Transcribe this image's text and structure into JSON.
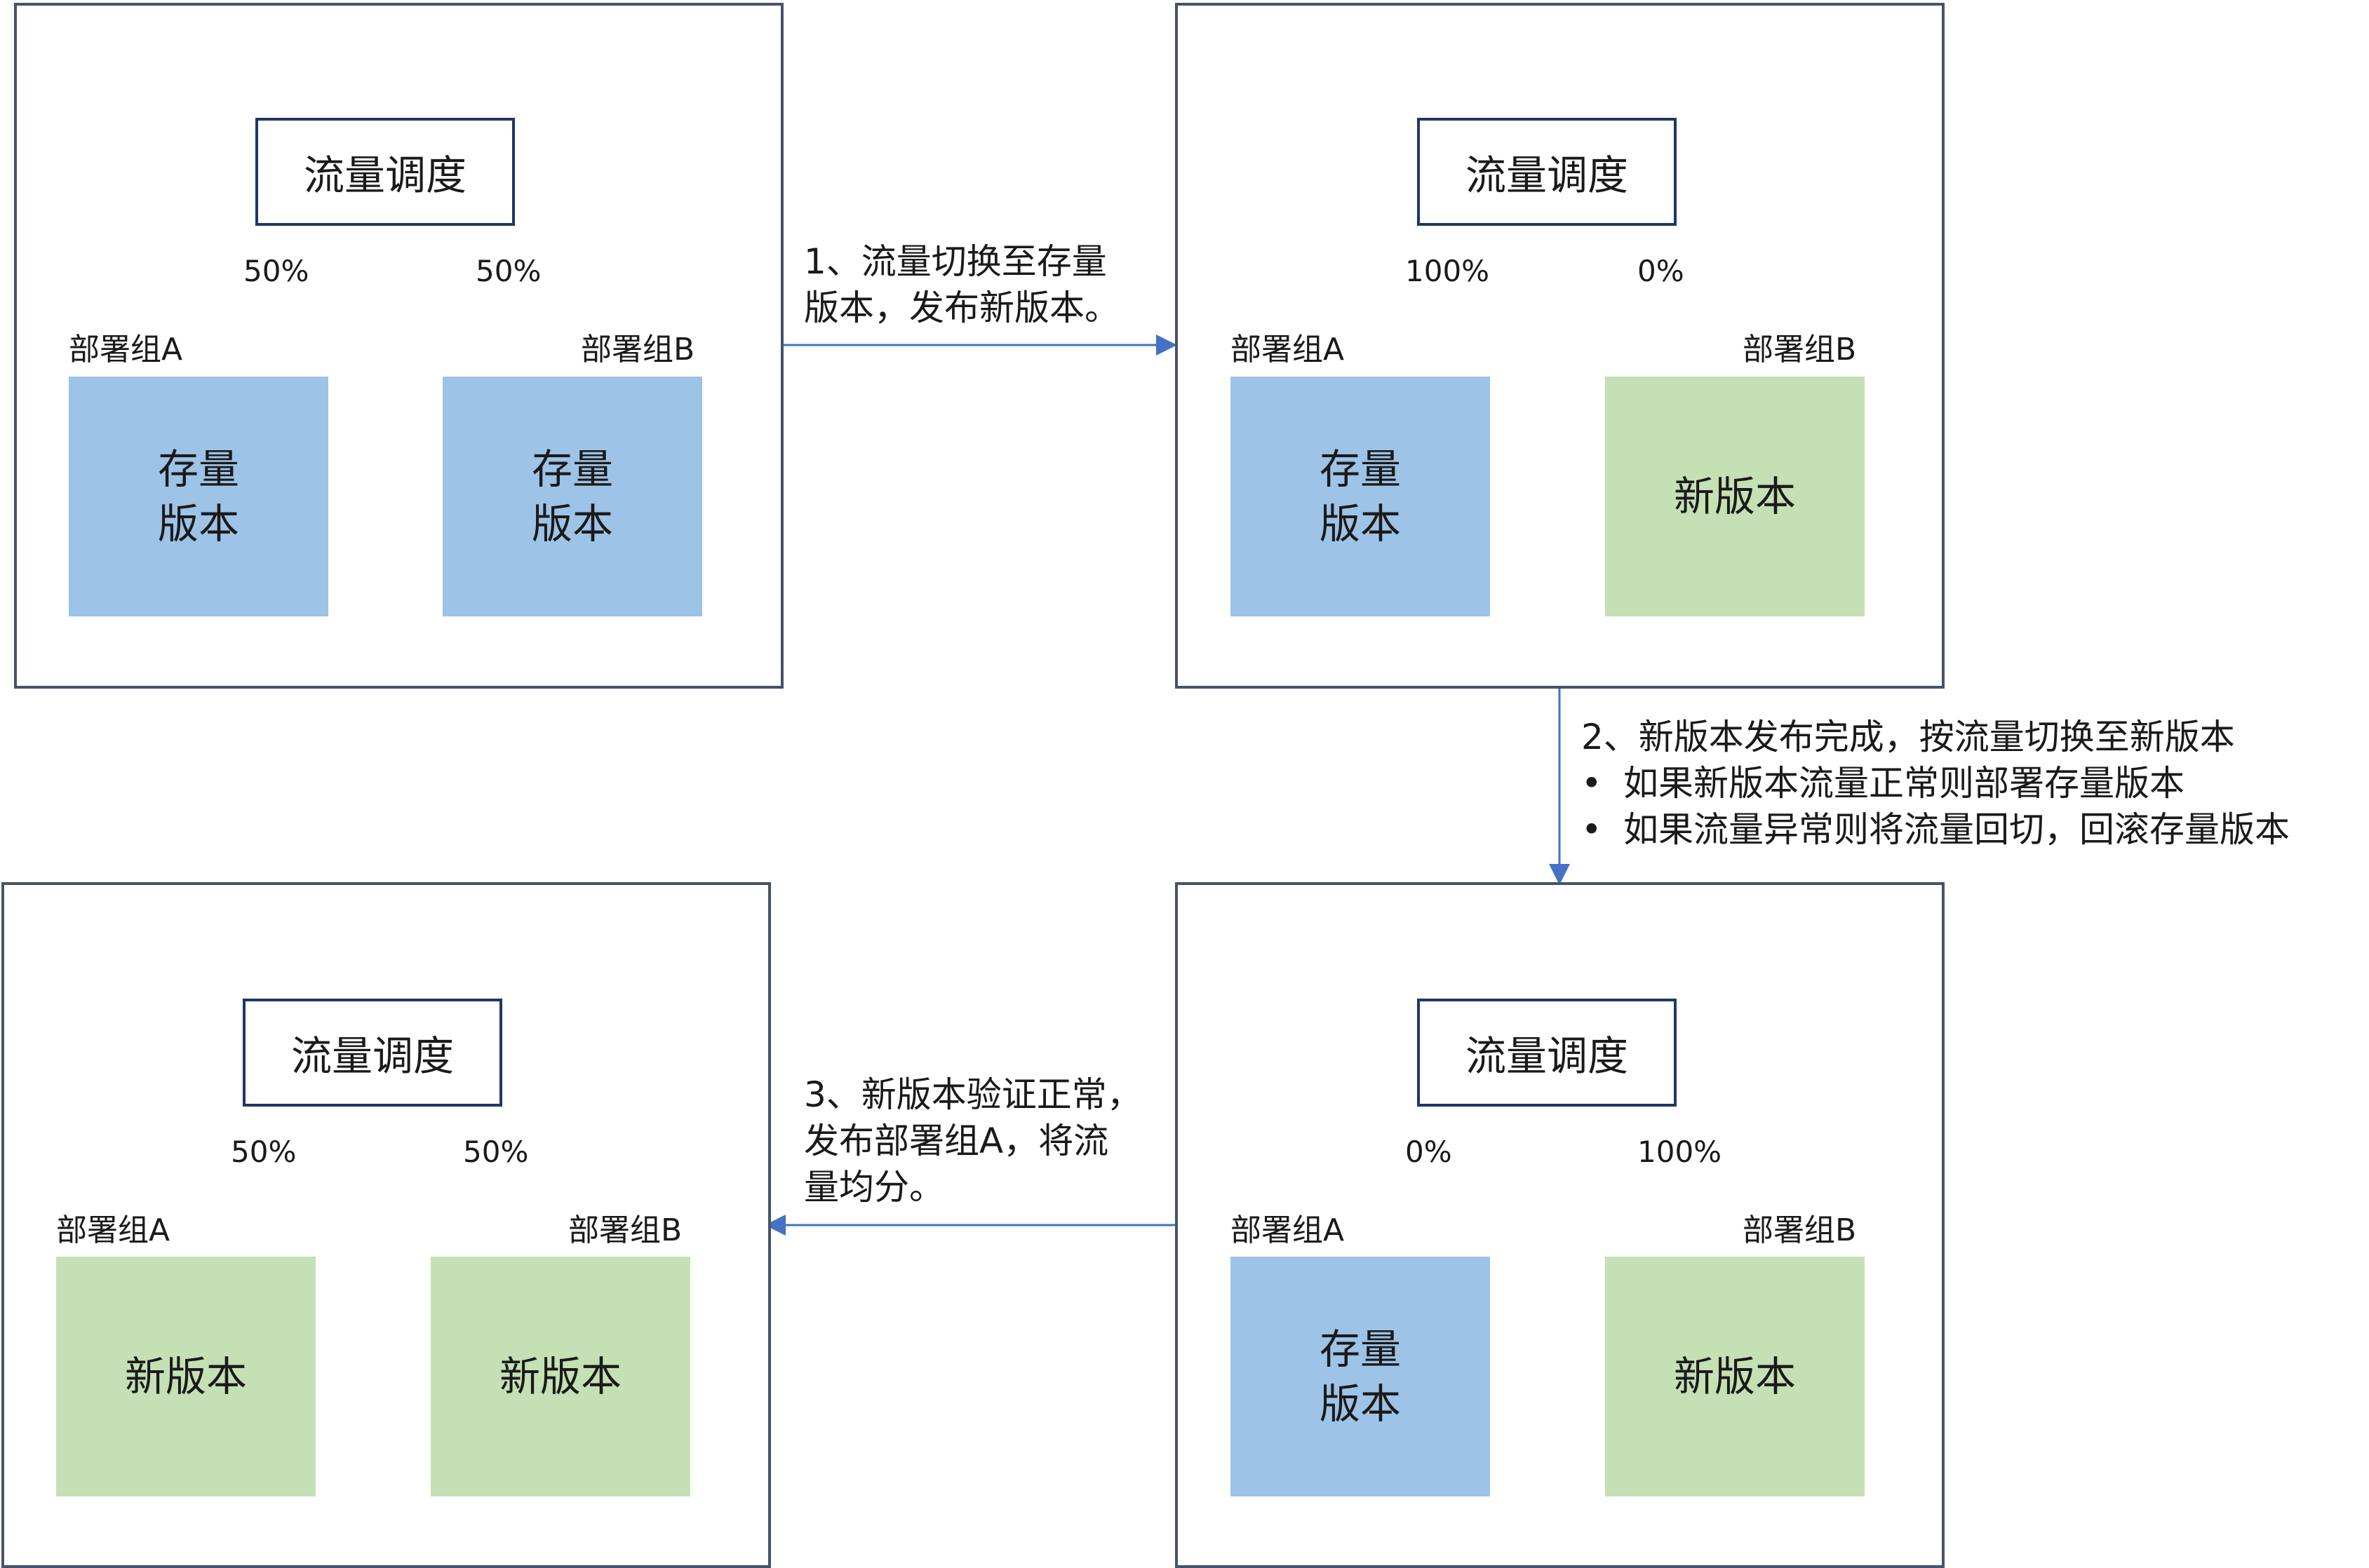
{
  "panels": [
    {
      "scheduler_label": "流量调度",
      "left": {
        "group_label": "部署组A",
        "percent": "50%",
        "version": "存量\n版本",
        "kind": "old"
      },
      "right": {
        "group_label": "部署组B",
        "percent": "50%",
        "version": "存量\n版本",
        "kind": "old"
      }
    },
    {
      "scheduler_label": "流量调度",
      "left": {
        "group_label": "部署组A",
        "percent": "100%",
        "version": "存量\n版本",
        "kind": "old"
      },
      "right": {
        "group_label": "部署组B",
        "percent": "0%",
        "version": "新版本",
        "kind": "new"
      }
    },
    {
      "scheduler_label": "流量调度",
      "left": {
        "group_label": "部署组A",
        "percent": "0%",
        "version": "存量\n版本",
        "kind": "old"
      },
      "right": {
        "group_label": "部署组B",
        "percent": "100%",
        "version": "新版本",
        "kind": "new"
      }
    },
    {
      "scheduler_label": "流量调度",
      "left": {
        "group_label": "部署组A",
        "percent": "50%",
        "version": "新版本",
        "kind": "new"
      },
      "right": {
        "group_label": "部署组B",
        "percent": "50%",
        "version": "新版本",
        "kind": "new"
      }
    }
  ],
  "steps": {
    "step1": "1、流量切换至存量\n版本，发布新版本。",
    "step2_title": "2、新版本发布完成，按流量切换至新版本",
    "step2_bullets": [
      "如果新版本流量正常则部署存量版本",
      "如果流量异常则将流量回切，回滚存量版本"
    ],
    "step3": "3、新版本验证正常，\n发布部署组A，将流\n量均分。"
  },
  "colors": {
    "old_version": "#9dc3e6",
    "new_version": "#c5e0b4",
    "incoming_arrow": "#4472c4",
    "connector": "#4472c4",
    "panel_border": "#44546a",
    "scheduler_border": "#1f3864"
  }
}
